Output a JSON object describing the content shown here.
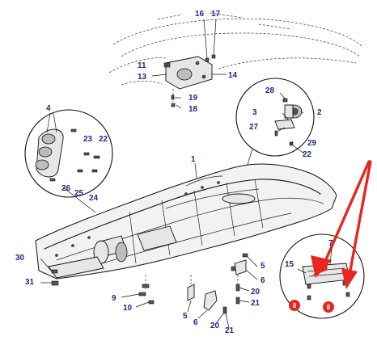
{
  "accent_colors": {
    "callout_text": "#1a2a8c",
    "arrow": "#e8251f",
    "badge": "#e8251f"
  },
  "callouts": {
    "c1": "1",
    "c2": "2",
    "c3": "3",
    "c4": "4",
    "c5a": "5",
    "c5b": "5",
    "c6a": "6",
    "c6b": "6",
    "c7": "7",
    "c8a": "8",
    "c8b": "8",
    "c9": "9",
    "c10": "10",
    "c11": "11",
    "c13": "13",
    "c14": "14",
    "c15": "15",
    "c16": "16",
    "c17": "17",
    "c18": "18",
    "c19": "19",
    "c20a": "20",
    "c20b": "20",
    "c21a": "21",
    "c21b": "21",
    "c22a": "22",
    "c22b": "22",
    "c23": "23",
    "c24": "24",
    "c25": "25",
    "c26": "26",
    "c27": "27",
    "c28": "28",
    "c29": "29",
    "c30": "30",
    "c31": "31"
  }
}
